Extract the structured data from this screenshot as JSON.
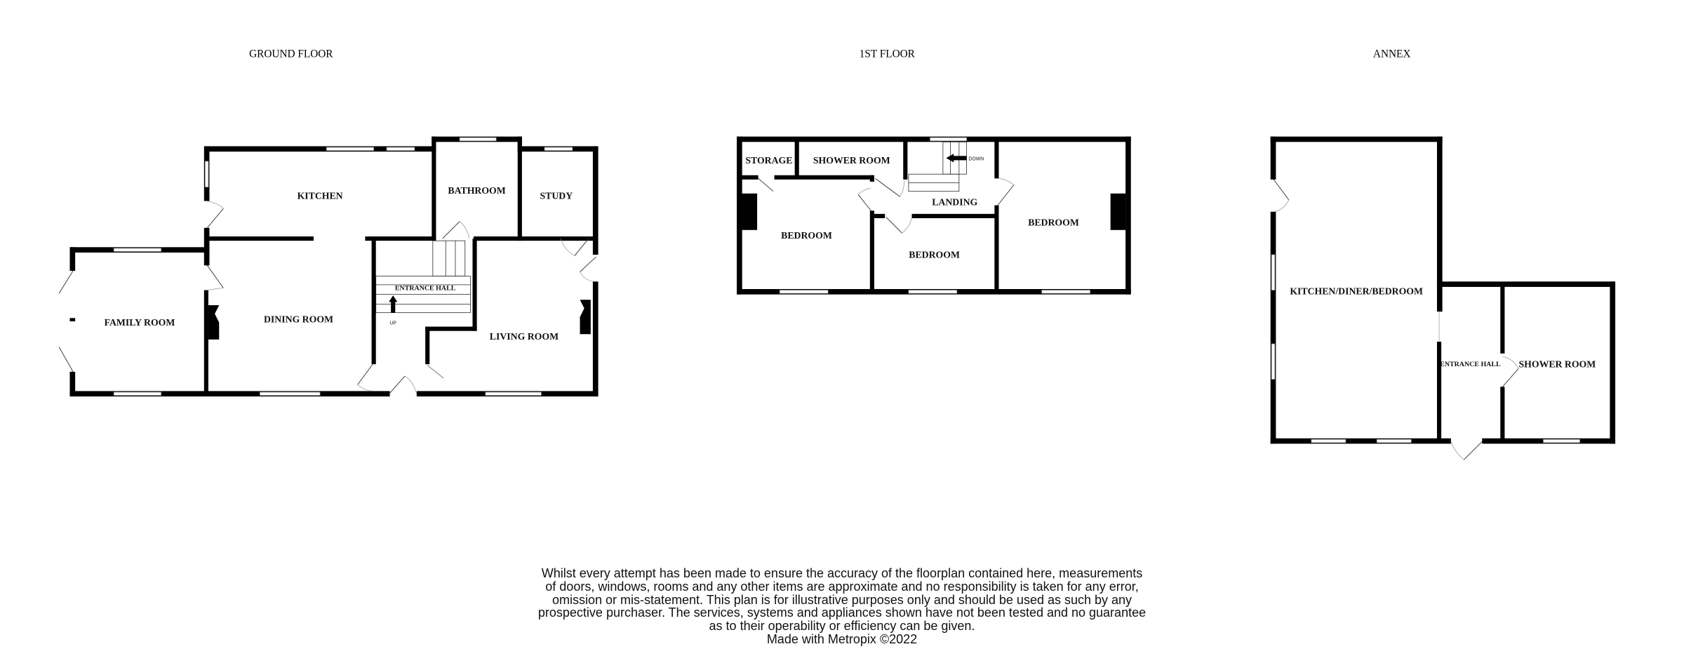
{
  "floors": {
    "ground": {
      "title": "GROUND FLOOR",
      "rooms": {
        "kitchen": "KITCHEN",
        "bathroom": "BATHROOM",
        "study": "STUDY",
        "family_room": "FAMILY ROOM",
        "dining_room": "DINING ROOM",
        "entrance_hall": "ENTRANCE HALL",
        "living_room": "LIVING ROOM"
      },
      "stairs_label": "UP"
    },
    "first": {
      "title": "1ST FLOOR",
      "rooms": {
        "storage": "STORAGE",
        "shower_room": "SHOWER ROOM",
        "landing": "LANDING",
        "bedroom_left": "BEDROOM",
        "bedroom_middle": "BEDROOM",
        "bedroom_right": "BEDROOM"
      },
      "stairs_label": "DOWN"
    },
    "annex": {
      "title": "ANNEX",
      "rooms": {
        "kitchen_diner_bedroom": "KITCHEN/DINER/BEDROOM",
        "entrance_hall": "ENTRANCE HALL",
        "shower_room": "SHOWER ROOM"
      }
    }
  },
  "disclaimer": {
    "lines": [
      "Whilst every attempt has been made to ensure the accuracy of the floorplan contained here, measurements",
      "of doors, windows, rooms and any other items are approximate and no responsibility is taken for any error,",
      "omission or mis-statement. This plan is for illustrative purposes only and should be used as such by any",
      "prospective purchaser. The services, systems and appliances shown have not been tested and no guarantee",
      "as to their operability or efficiency can be given."
    ],
    "credit": "Made with Metropix ©2022"
  }
}
